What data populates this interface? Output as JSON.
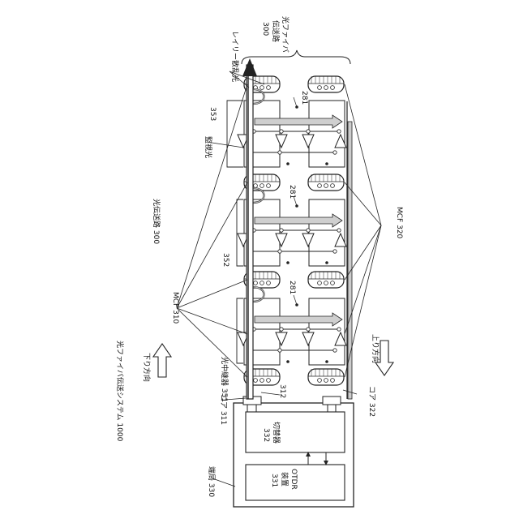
{
  "labels": {
    "system": "光ファイバ伝送システム 1000",
    "downlink": "下り方向",
    "uplink": "上り方向",
    "path_right_1": "光ファイバ",
    "path_right_2": "伝送路",
    "path_right_3": "300",
    "path_left": "光伝送路 300",
    "rayleigh": "レイリー散乱光",
    "monitor": "監視光",
    "mcf310": "MCF 310",
    "mcf320": "MCF 320",
    "repeater351": "光中継器 351",
    "sec352": "352",
    "sec353": "353",
    "core311": "コア 311",
    "core322": "コア 322",
    "ref312": "312",
    "ref281a": "281",
    "ref281b": "281",
    "ref281c": "281",
    "station": "端局 330",
    "switch_name": "切替器",
    "switch_num": "332",
    "otdr_1": "OTDR",
    "otdr_2": "装置",
    "otdr_num": "331"
  },
  "colors": {
    "line": "#222222",
    "fill_light": "#ffffff",
    "fill_gray": "#bdbdbd",
    "arrow_fill": "#d9d9d9"
  }
}
